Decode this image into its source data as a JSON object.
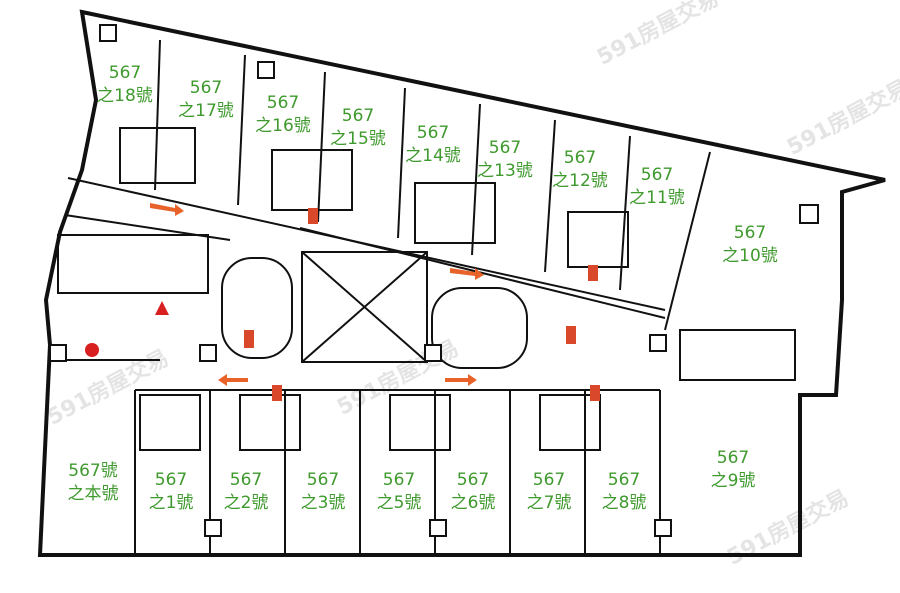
{
  "watermark": "591房屋交易",
  "colors": {
    "label": "#3f9a2e",
    "wall": "#111111",
    "exit_sign": "#d9482b",
    "arrow": "#e8632a"
  },
  "units": [
    {
      "line1": "567",
      "line2": "之18號"
    },
    {
      "line1": "567",
      "line2": "之17號"
    },
    {
      "line1": "567",
      "line2": "之16號"
    },
    {
      "line1": "567",
      "line2": "之15號"
    },
    {
      "line1": "567",
      "line2": "之14號"
    },
    {
      "line1": "567",
      "line2": "之13號"
    },
    {
      "line1": "567",
      "line2": "之12號"
    },
    {
      "line1": "567",
      "line2": "之11號"
    },
    {
      "line1": "567",
      "line2": "之10號"
    },
    {
      "line1": "567",
      "line2": "之9號"
    },
    {
      "line1": "567",
      "line2": "之8號"
    },
    {
      "line1": "567",
      "line2": "之7號"
    },
    {
      "line1": "567",
      "line2": "之6號"
    },
    {
      "line1": "567",
      "line2": "之5號"
    },
    {
      "line1": "567",
      "line2": "之3號"
    },
    {
      "line1": "567",
      "line2": "之2號"
    },
    {
      "line1": "567",
      "line2": "之1號"
    },
    {
      "line1": "567號",
      "line2": "之本號"
    }
  ]
}
